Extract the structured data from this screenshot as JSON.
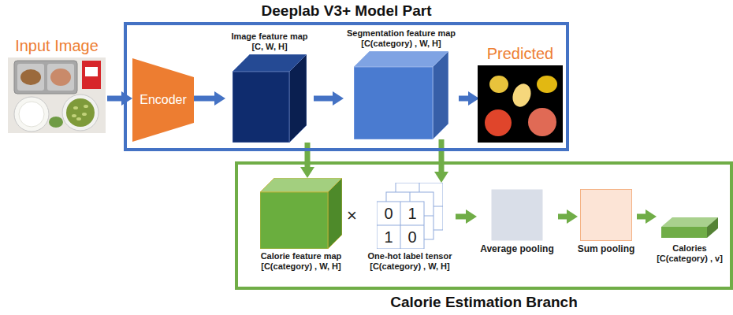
{
  "diagram": {
    "nodes": [
      {
        "text": [
          "Input Image"
        ]
      },
      {
        "text": [
          "Deeplab V3+ Model Part"
        ]
      },
      {
        "text": [
          "Encoder"
        ],
        "in": 1
      },
      {
        "text": [
          "Image feature map [C, W, H]"
        ],
        "in": 1
      },
      {
        "text": [
          "Segmentation feature map [C(category) , W, H]"
        ],
        "in": 1
      },
      {
        "text": [
          "Predicted"
        ],
        "in": 1
      },
      {
        "text": [
          "Calorie Estimation Branch"
        ]
      },
      {
        "text": [
          "Calorie feature map [C(category) , W, H]"
        ],
        "in": 6
      },
      {
        "text": [
          "0",
          "1",
          "1",
          "0",
          "One-hot label tensor [C(category) , W, H]"
        ],
        "in": 6
      },
      {
        "text": [
          "Average pooling"
        ],
        "in": 6
      },
      {
        "text": [
          "Sum pooling"
        ],
        "in": 6
      },
      {
        "text": [
          "Calories [C(category) , v]"
        ],
        "in": 6
      }
    ],
    "edges": [
      {
        "from": 0,
        "to": 2,
        "arrow": "to"
      },
      {
        "from": 2,
        "to": 3,
        "arrow": "to"
      },
      {
        "from": 3,
        "to": 4,
        "arrow": "to"
      },
      {
        "from": 4,
        "to": 5,
        "arrow": "to"
      },
      {
        "from": 3,
        "to": 7,
        "arrow": "to"
      },
      {
        "from": 4,
        "to": 8,
        "arrow": "to"
      },
      {
        "from": 8,
        "to": 9,
        "arrow": "to"
      },
      {
        "from": 9,
        "to": 10,
        "arrow": "to"
      },
      {
        "from": 10,
        "to": 11,
        "arrow": "to"
      }
    ],
    "labels": [
      "×"
    ]
  }
}
